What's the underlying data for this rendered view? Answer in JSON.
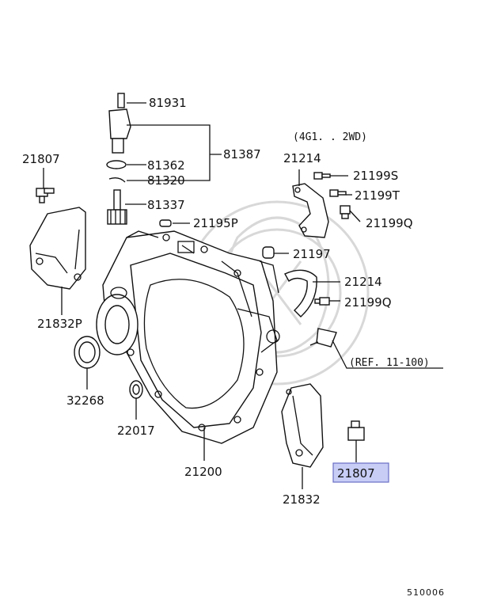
{
  "labels": {
    "p81931": "81931",
    "p81387": "81387",
    "p81362": "81362",
    "p81320": "81320",
    "p81337": "81337",
    "p21195P": "21195P",
    "p21807a": "21807",
    "p21832P": "21832P",
    "p32268": "32268",
    "p22017": "22017",
    "p21200": "21200",
    "p21832": "21832",
    "p21807b": "21807",
    "p21214a": "21214",
    "p21199S": "21199S",
    "p21199T": "21199T",
    "p21199Qa": "21199Q",
    "p21197": "21197",
    "p21214b": "21214",
    "p21199Qb": "21199Q"
  },
  "notes": {
    "variant": "(4G1. . 2WD)",
    "ref": "(REF. 11-100)",
    "diagram_no": "510006"
  },
  "colors": {
    "highlight_fill": "#c7cdf5",
    "highlight_border": "#6a6fc4",
    "line": "#111111"
  }
}
